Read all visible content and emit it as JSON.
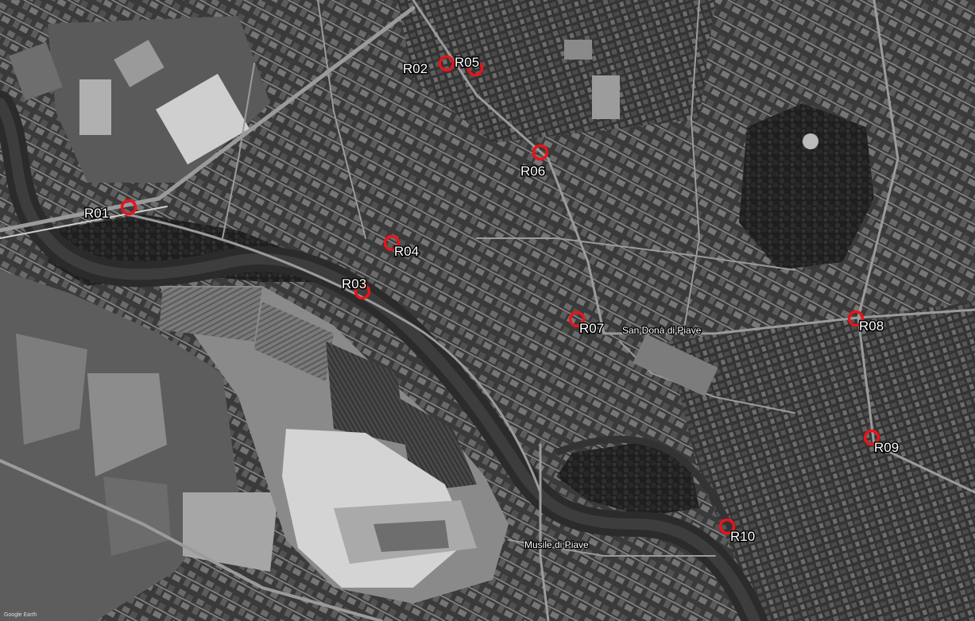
{
  "map": {
    "place_labels": {
      "city": "San Donà di Piave",
      "town": "Musile di Piave"
    },
    "credit": "Google Earth",
    "marker_color": "#e8141b",
    "receivers": [
      {
        "id": "R01"
      },
      {
        "id": "R02"
      },
      {
        "id": "R03"
      },
      {
        "id": "R04"
      },
      {
        "id": "R05"
      },
      {
        "id": "R06"
      },
      {
        "id": "R07"
      },
      {
        "id": "R08"
      },
      {
        "id": "R09"
      },
      {
        "id": "R10"
      }
    ]
  }
}
